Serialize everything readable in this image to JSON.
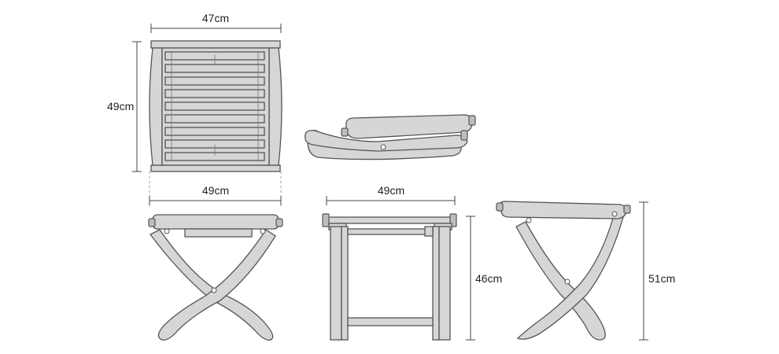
{
  "dimensions": {
    "top_view_width": "47cm",
    "top_view_depth": "49cm",
    "side_view_width": "49cm",
    "front_view_width": "49cm",
    "front_view_height": "46cm",
    "right_view_height": "51cm"
  }
}
